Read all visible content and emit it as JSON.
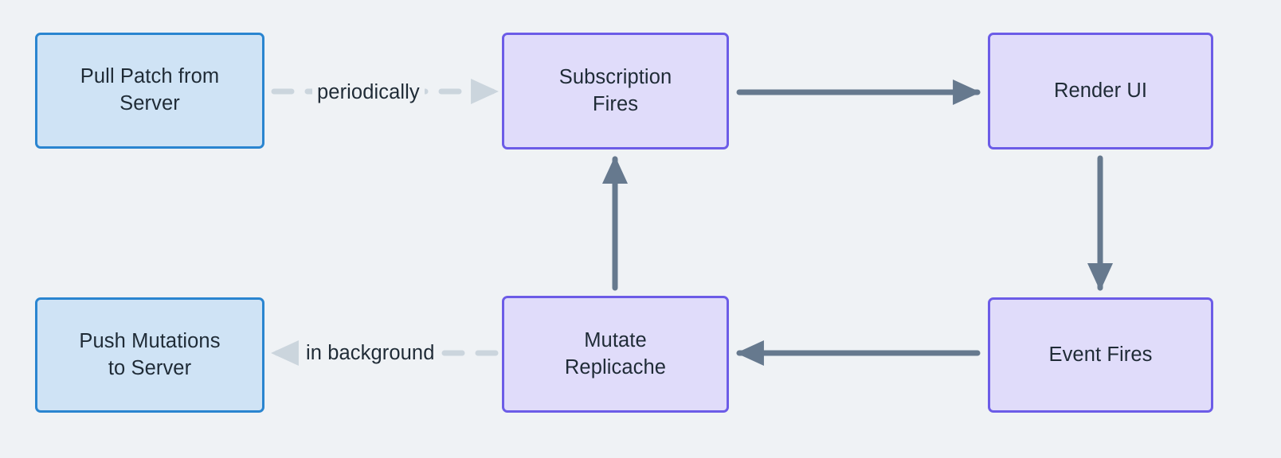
{
  "diagram": {
    "type": "flowchart",
    "background_color": "#eff2f5",
    "title": "",
    "nodes": [
      {
        "id": "pull",
        "label": "Pull Patch from\nServer",
        "style": "blue",
        "fill": "#cfe3f5",
        "stroke": "#2a85d0",
        "column": "left",
        "row": "top"
      },
      {
        "id": "subscription",
        "label": "Subscription\nFires",
        "style": "purple",
        "fill": "#e0dcfa",
        "stroke": "#6c5ce7",
        "column": "middle",
        "row": "top"
      },
      {
        "id": "render",
        "label": "Render UI",
        "style": "purple",
        "fill": "#e0dcfa",
        "stroke": "#6c5ce7",
        "column": "right",
        "row": "top"
      },
      {
        "id": "push",
        "label": "Push Mutations\nto Server",
        "style": "blue",
        "fill": "#cfe3f5",
        "stroke": "#2a85d0",
        "column": "left",
        "row": "bottom"
      },
      {
        "id": "mutate",
        "label": "Mutate\nReplicache",
        "style": "purple",
        "fill": "#e0dcfa",
        "stroke": "#6c5ce7",
        "column": "middle",
        "row": "bottom"
      },
      {
        "id": "event",
        "label": "Event Fires",
        "style": "purple",
        "fill": "#e0dcfa",
        "stroke": "#6c5ce7",
        "column": "right",
        "row": "bottom"
      }
    ],
    "edges": [
      {
        "id": "pull-to-subscription",
        "from": "pull",
        "to": "subscription",
        "label": "periodically",
        "line": "dashed",
        "color": "#cbd5dd",
        "direction": "right"
      },
      {
        "id": "subscription-to-render",
        "from": "subscription",
        "to": "render",
        "label": "",
        "line": "solid",
        "color": "#66798e",
        "direction": "right"
      },
      {
        "id": "render-to-event",
        "from": "render",
        "to": "event",
        "label": "",
        "line": "solid",
        "color": "#66798e",
        "direction": "down"
      },
      {
        "id": "event-to-mutate",
        "from": "event",
        "to": "mutate",
        "label": "",
        "line": "solid",
        "color": "#66798e",
        "direction": "left"
      },
      {
        "id": "mutate-to-subscription",
        "from": "mutate",
        "to": "subscription",
        "label": "",
        "line": "solid",
        "color": "#66798e",
        "direction": "up"
      },
      {
        "id": "mutate-to-push",
        "from": "mutate",
        "to": "push",
        "label": "in background",
        "line": "dashed",
        "color": "#cbd5dd",
        "direction": "left"
      }
    ],
    "colors": {
      "background": "#eff2f5",
      "solid_edge": "#66798e",
      "dashed_edge": "#cbd5dd",
      "blue_fill": "#cfe3f5",
      "blue_stroke": "#2a85d0",
      "purple_fill": "#e0dcfa",
      "purple_stroke": "#6c5ce7",
      "text": "#1f2b36"
    }
  }
}
